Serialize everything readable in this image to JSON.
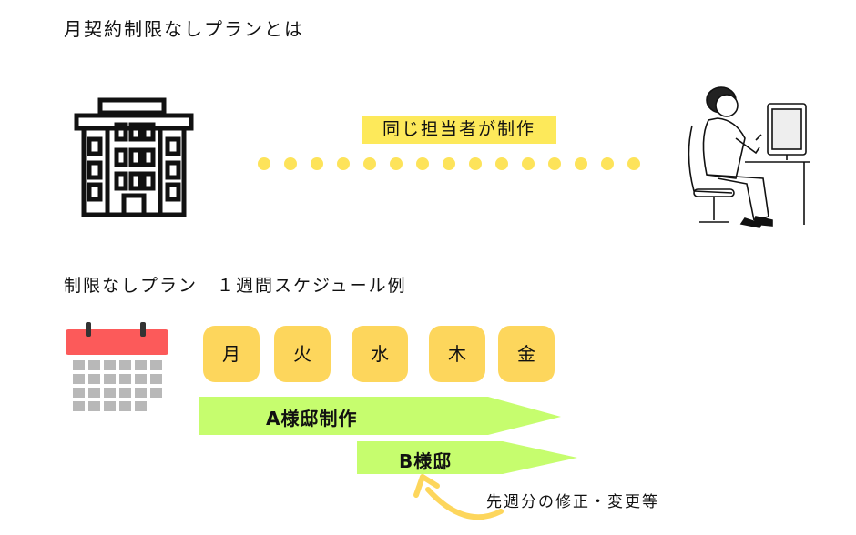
{
  "title": "月契約制限なしプランとは",
  "same_staff_label": "同じ担当者が制作",
  "schedule_title": "制限なしプラン　１週間スケジュール例",
  "days": [
    "月",
    "火",
    "水",
    "木",
    "金"
  ],
  "tasks": [
    {
      "label": "A様邸制作"
    },
    {
      "label": "B様邸"
    }
  ],
  "note": "先週分の修正・変更等",
  "colors": {
    "highlight": "#fde95a",
    "day": "#fdd65c",
    "task": "#c6fd6e",
    "calendar_top": "#fc5a5a",
    "calendar_grid": "#b8b8b8",
    "curve": "#fdd65c"
  }
}
